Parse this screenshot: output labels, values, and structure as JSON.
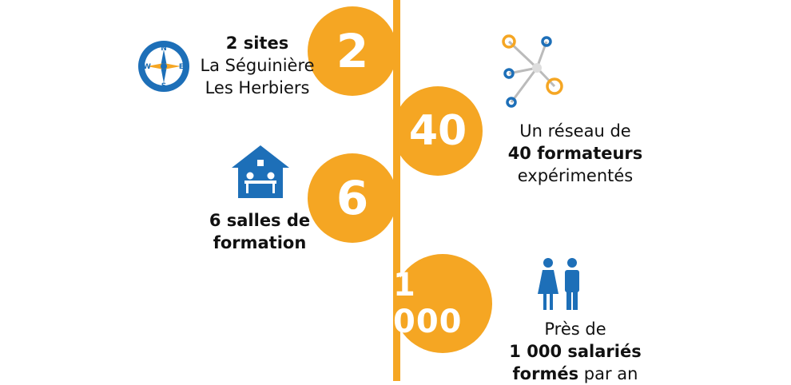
{
  "colors": {
    "accent": "#f5a623",
    "icon_blue": "#1d6fb8",
    "text": "#111111"
  },
  "milestones": [
    {
      "number": "2",
      "lines": [
        "2 sites",
        "La Séguinière",
        "Les Herbiers"
      ],
      "icon": "compass-icon"
    },
    {
      "number": "40",
      "lines": [
        "Un réseau de",
        "40 formateurs",
        "expérimentés"
      ],
      "icon": "network-icon"
    },
    {
      "number": "6",
      "lines": [
        "6 salles de",
        "formation"
      ],
      "icon": "house-icon"
    },
    {
      "number": "1 000",
      "lines": [
        "Près de",
        "1 000 salariés",
        "formés",
        "par an"
      ],
      "icon": "people-icon"
    }
  ]
}
